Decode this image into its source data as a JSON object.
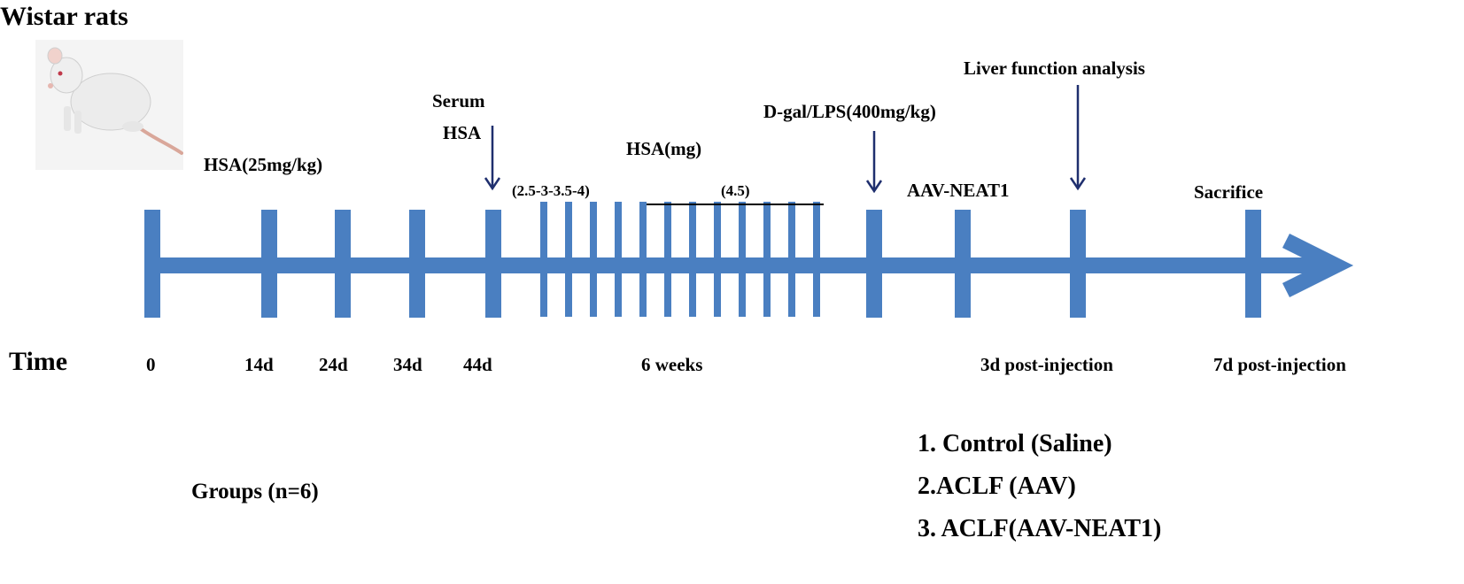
{
  "title": "Wistar rats",
  "colors": {
    "timeline": "#4a7fc1",
    "arrow": "#1f2f6e",
    "text": "#000000"
  },
  "image": {
    "icon": "rat-photo-icon"
  },
  "annotations": {
    "hsa_dose": "HSA(25mg/kg)",
    "serum": "Serum",
    "serum_hsa": "HSA",
    "hsa_mg": "HSA(mg)",
    "dose_ramp": "(2.5-3-3.5-4)",
    "dose_maintain": "(4.5)",
    "dgal_lps": "D-gal/LPS(400mg/kg)",
    "liver_function": "Liver function analysis",
    "aav": "AAV-NEAT1",
    "sacrifice": "Sacrifice"
  },
  "time": {
    "label": "Time",
    "ticks": [
      "0",
      "14d",
      "24d",
      "34d",
      "44d",
      "6 weeks",
      "3d post-injection",
      "7d post-injection"
    ]
  },
  "groups": {
    "label": "Groups (n=6)",
    "items": [
      "1. Control (Saline)",
      "2.ACLF (AAV)",
      "3. ACLF(AAV-NEAT1)"
    ]
  }
}
